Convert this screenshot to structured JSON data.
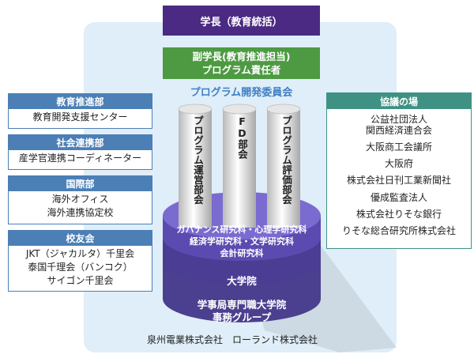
{
  "top": {
    "title": "学長（教育統括）"
  },
  "vice": {
    "line1": "副学長(教育推進担当)",
    "line2": "プログラム責任者"
  },
  "committee": {
    "title": "プログラム開発委員会"
  },
  "pillars": [
    "プログラム運営部会",
    "FD部会",
    "プログラム評価部会"
  ],
  "left_boxes": [
    {
      "title": "教育推進部",
      "lines": [
        "教育開発支援センター"
      ]
    },
    {
      "title": "社会連携部",
      "lines": [
        "産学官連携コーディネーター"
      ]
    },
    {
      "title": "国際部",
      "lines": [
        "海外オフィス",
        "海外連携協定校"
      ]
    },
    {
      "title": "校友会",
      "lines": [
        "JKT（ジャカルタ）千里会",
        "泰国千理会（バンコク）",
        "サイゴン千里会"
      ]
    }
  ],
  "right_box": {
    "title": "協議の場",
    "items": [
      "公益社団法人\n関西経済連合会",
      "大阪商工会議所",
      "大阪府",
      "株式会社日刊工業新聞社",
      "優成監査法人",
      "株式会社りそな銀行",
      "りそな総合研究所株式会社"
    ]
  },
  "cylinder": {
    "top_lines": [
      "ガバナンス研究科・心理学研究科",
      "経済学研究科・文学研究科",
      "会計研究科"
    ],
    "middle": "大学院",
    "bottom_lines": [
      "学事局専門職大学院",
      "事務グループ"
    ]
  },
  "footer": {
    "text": "泉州電業株式会社　ローランド株式会社"
  },
  "colors": {
    "purple": "#4b2a83",
    "green": "#4d9a43",
    "blue": "#4c7fb5",
    "teal": "#3f9283",
    "panel": "#dfeef8"
  }
}
